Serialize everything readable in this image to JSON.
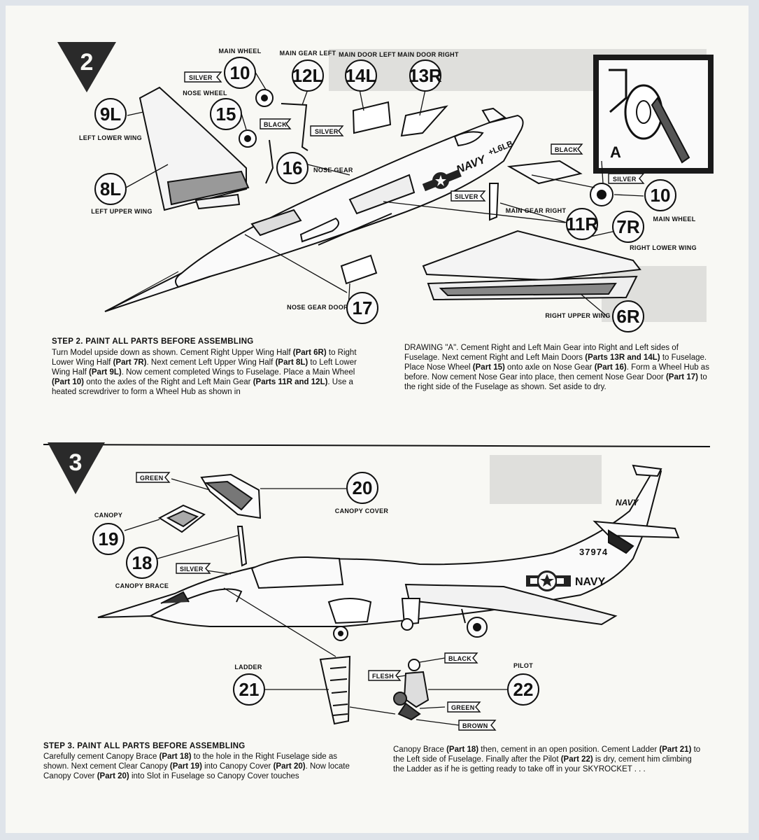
{
  "step2": {
    "number": "2",
    "heading": "STEP 2. PAINT ALL PARTS BEFORE ASSEMBLING",
    "left_text": [
      {
        "t": "Turn Model upside down as shown. Cement Right Upper Wing Half "
      },
      {
        "t": "(Part 6R)",
        "b": true
      },
      {
        "t": " to Right Lower Wing Half "
      },
      {
        "t": "(Part 7R)",
        "b": true
      },
      {
        "t": ". Next cement Left Upper Wing Half "
      },
      {
        "t": "(Part 8L)",
        "b": true
      },
      {
        "t": " to Left Lower Wing Half "
      },
      {
        "t": "(Part 9L)",
        "b": true
      },
      {
        "t": ". Now cement completed Wings to Fuselage. Place a Main Wheel "
      },
      {
        "t": "(Part 10)",
        "b": true
      },
      {
        "t": " onto the axles of the Right and Left Main Gear "
      },
      {
        "t": "(Parts 11R and 12L)",
        "b": true
      },
      {
        "t": ". Use a heated screwdriver to form a Wheel Hub as shown in"
      }
    ],
    "right_text": [
      {
        "t": "DRAWING \"A\". Cement Right and Left Main Gear into Right and Left sides of Fuselage. Next cement Right and Left Main Doors "
      },
      {
        "t": "(Parts 13R and 14L)",
        "b": true
      },
      {
        "t": " to Fuselage. Place Nose Wheel "
      },
      {
        "t": "(Part 15)",
        "b": true
      },
      {
        "t": " onto axle on Nose Gear "
      },
      {
        "t": "(Part 16)",
        "b": true
      },
      {
        "t": ". Form a Wheel Hub as before. Now cement Nose Gear into place, then cement Nose Gear Door "
      },
      {
        "t": "(Part 17)",
        "b": true
      },
      {
        "t": " to the right side of the Fuselage as shown. Set aside to dry."
      }
    ],
    "parts": {
      "p10a": {
        "num": "10",
        "label": "MAIN WHEEL"
      },
      "p12L": {
        "num": "12L",
        "label": "MAIN GEAR LEFT"
      },
      "p14L": {
        "num": "14L",
        "label": "MAIN DOOR LEFT"
      },
      "p13R": {
        "num": "13R",
        "label": "MAIN DOOR RIGHT"
      },
      "p9L": {
        "num": "9L",
        "label": "LEFT LOWER WING"
      },
      "p15": {
        "num": "15",
        "label": "NOSE WHEEL"
      },
      "p16": {
        "num": "16",
        "label": "NOSE GEAR"
      },
      "p8L": {
        "num": "8L",
        "label": "LEFT UPPER WING"
      },
      "p10b": {
        "num": "10",
        "label": "MAIN WHEEL"
      },
      "p11R": {
        "num": "11R",
        "label": "MAIN GEAR RIGHT"
      },
      "p7R": {
        "num": "7R",
        "label": "RIGHT LOWER WING"
      },
      "p6R": {
        "num": "6R",
        "label": "RIGHT UPPER WING"
      },
      "p17": {
        "num": "17",
        "label": "NOSE GEAR DOOR"
      }
    },
    "paint_tags": [
      "SILVER",
      "BLACK",
      "SILVER",
      "SILVER",
      "SILVER",
      "BLACK"
    ],
    "drawing_a": "A",
    "wing_marking": "NAVY",
    "wing_number": "+L6LB"
  },
  "step3": {
    "number": "3",
    "heading": "STEP 3. PAINT ALL PARTS BEFORE ASSEMBLING",
    "left_text": [
      {
        "t": "Carefully cement Canopy Brace "
      },
      {
        "t": "(Part 18)",
        "b": true
      },
      {
        "t": " to the hole in the Right Fuselage side as shown. Next cement Clear Canopy "
      },
      {
        "t": "(Part 19)",
        "b": true
      },
      {
        "t": " into Canopy Cover "
      },
      {
        "t": "(Part 20)",
        "b": true
      },
      {
        "t": ". Now locate Canopy Cover "
      },
      {
        "t": "(Part 20)",
        "b": true
      },
      {
        "t": " into Slot in Fuselage so Canopy Cover touches"
      }
    ],
    "right_text": [
      {
        "t": "Canopy Brace "
      },
      {
        "t": "(Part 18)",
        "b": true
      },
      {
        "t": " then, cement in an open position. Cement Ladder "
      },
      {
        "t": "(Part 21)",
        "b": true
      },
      {
        "t": " to the Left side of Fuselage. Finally after the Pilot "
      },
      {
        "t": "(Part 22)",
        "b": true
      },
      {
        "t": " is dry, cement him climbing the Ladder as if he is getting ready to take off in your SKYROCKET . . ."
      }
    ],
    "parts": {
      "p20": {
        "num": "20",
        "label": "CANOPY COVER"
      },
      "p19": {
        "num": "19",
        "label": "CANOPY"
      },
      "p18": {
        "num": "18",
        "label": "CANOPY BRACE"
      },
      "p21": {
        "num": "21",
        "label": "LADDER"
      },
      "p22": {
        "num": "22",
        "label": "PILOT"
      }
    },
    "paint_tags": [
      "GREEN",
      "SILVER",
      "BLACK",
      "FLESH",
      "GREEN",
      "BROWN"
    ],
    "tail_marking": "NAVY",
    "serial": "37974",
    "fuselage_marking": "NAVY"
  }
}
